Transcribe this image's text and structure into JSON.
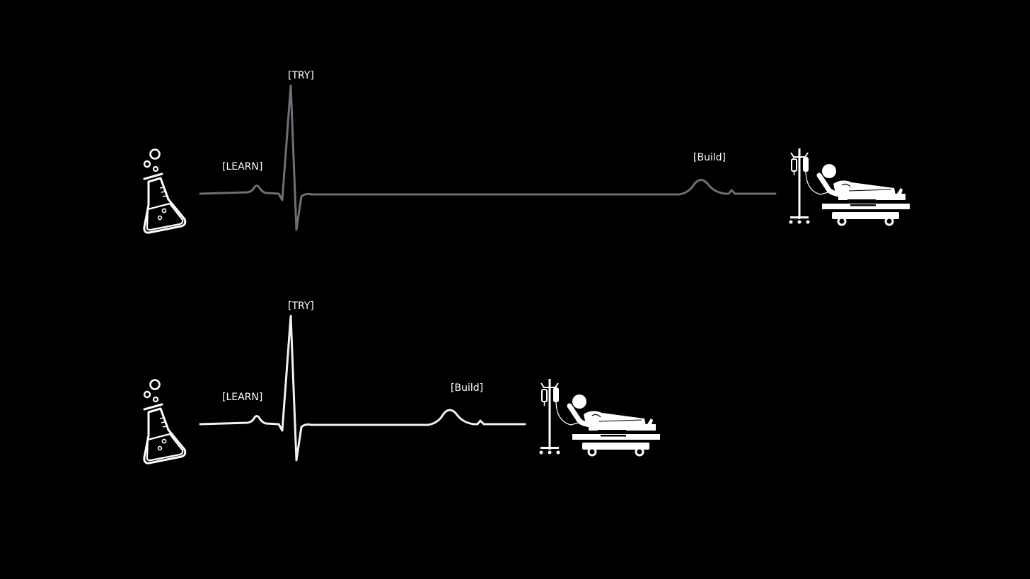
{
  "colors": {
    "background": "#000000",
    "foreground": "#ffffff",
    "trace_top": "#6f6f76",
    "trace_bottom": "#f2f2f2"
  },
  "rows": [
    {
      "start_icon": "flask-icon",
      "end_icon": "hospital-bed-iv-icon",
      "labels": {
        "learn": "[LEARN]",
        "try": "[TRY]",
        "build": "[Build]"
      }
    },
    {
      "start_icon": "flask-icon",
      "end_icon": "hospital-bed-iv-icon",
      "labels": {
        "learn": "[LEARN]",
        "try": "[TRY]",
        "build": "[Build]"
      }
    }
  ]
}
